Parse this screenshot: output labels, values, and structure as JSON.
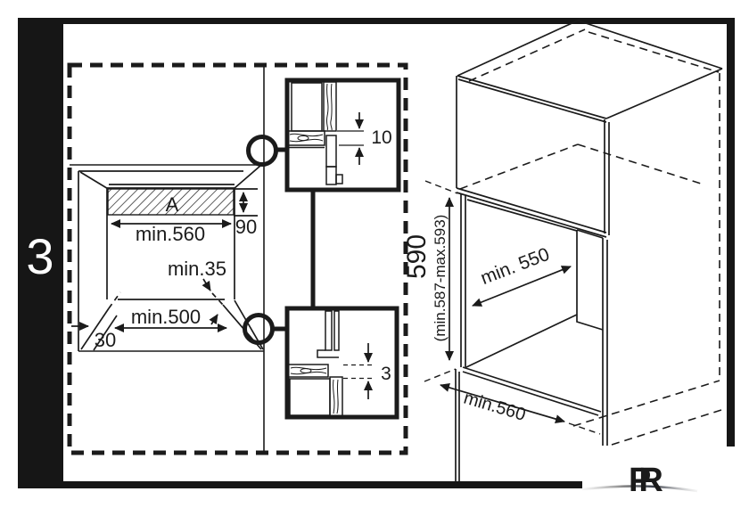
{
  "frame": {
    "step_label": "3"
  },
  "front_view": {
    "band_label": "A",
    "dim_width_top": "min.560",
    "dim_band_height": "90",
    "dim_rear_gap": "min.35",
    "dim_width_bottom": "min.500",
    "dim_side_clearance": "30"
  },
  "detail_top": {
    "dim_gap": "10"
  },
  "detail_bottom": {
    "dim_gap": "3"
  },
  "iso_view": {
    "dim_height": "590",
    "dim_height_range": "(min.587-max.593)",
    "dim_depth": "min. 550",
    "dim_width": "min.560"
  },
  "logo": {
    "monogram": "PR"
  },
  "colors": {
    "line": "#1b1b1b",
    "logo": "#2b3140"
  }
}
